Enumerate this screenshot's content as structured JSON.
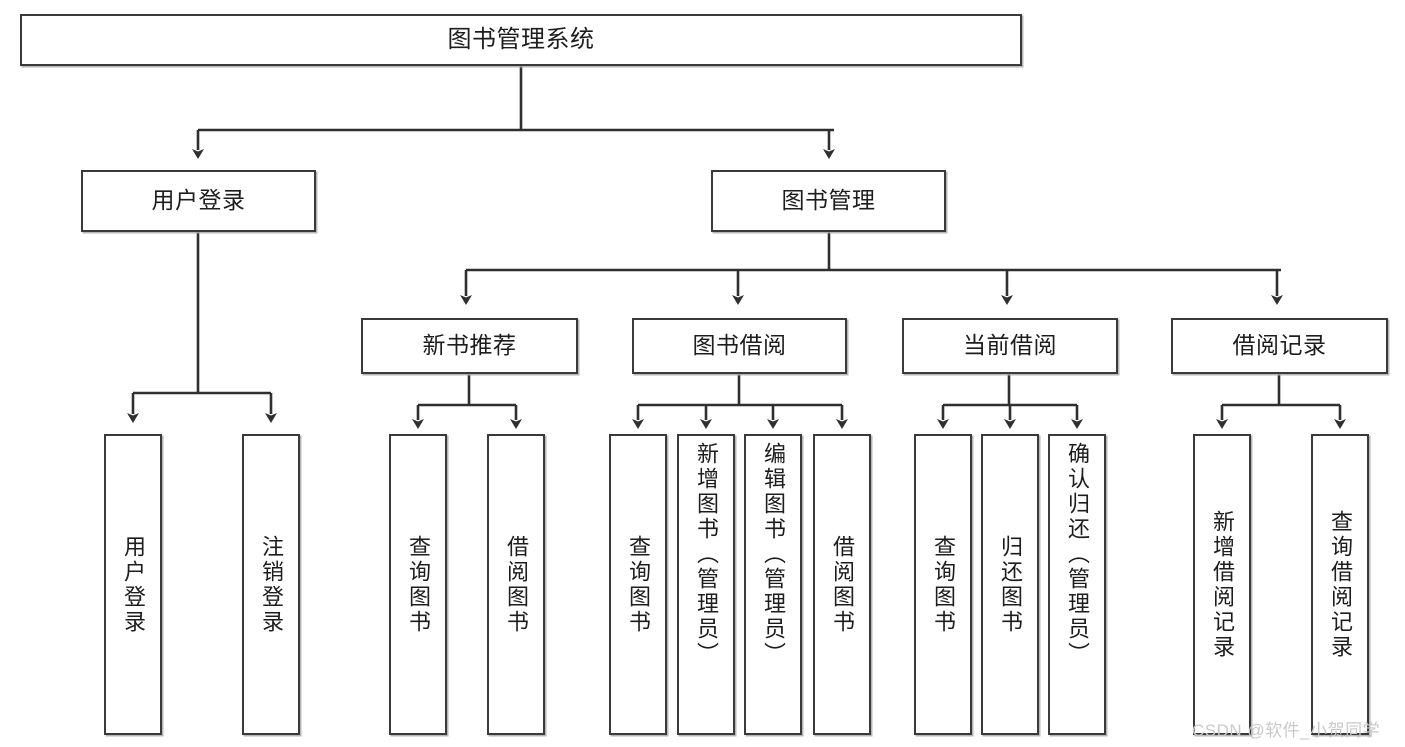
{
  "diagram": {
    "type": "tree-hierarchy",
    "title": "图书管理系统",
    "root": {
      "id": "root",
      "label": "图书管理系统",
      "orientation": "horizontal"
    },
    "level2": [
      {
        "id": "user-login",
        "label": "用户登录",
        "orientation": "horizontal"
      },
      {
        "id": "book-management",
        "label": "图书管理",
        "orientation": "horizontal"
      }
    ],
    "level3": [
      {
        "id": "new-book-recommend",
        "label": "新书推荐",
        "orientation": "horizontal",
        "parent": "book-management"
      },
      {
        "id": "book-borrow",
        "label": "图书借阅",
        "orientation": "horizontal",
        "parent": "book-management"
      },
      {
        "id": "current-borrow",
        "label": "当前借阅",
        "orientation": "horizontal",
        "parent": "book-management"
      },
      {
        "id": "borrow-record",
        "label": "借阅记录",
        "orientation": "horizontal",
        "parent": "book-management"
      }
    ],
    "leaves": [
      {
        "id": "leaf-user-login",
        "label": "用户登录",
        "parent": "user-login",
        "orientation": "vertical"
      },
      {
        "id": "leaf-logout-login",
        "label": "注销登录",
        "parent": "user-login",
        "orientation": "vertical"
      },
      {
        "id": "leaf-query-book-1",
        "label": "查询图书",
        "parent": "new-book-recommend",
        "orientation": "vertical"
      },
      {
        "id": "leaf-borrow-book-1",
        "label": "借阅图书",
        "parent": "new-book-recommend",
        "orientation": "vertical"
      },
      {
        "id": "leaf-query-book-2",
        "label": "查询图书",
        "parent": "book-borrow",
        "orientation": "vertical"
      },
      {
        "id": "leaf-add-book",
        "label": "新增图书（管理员）",
        "parent": "book-borrow",
        "orientation": "vertical"
      },
      {
        "id": "leaf-edit-book",
        "label": "编辑图书（管理员）",
        "parent": "book-borrow",
        "orientation": "vertical"
      },
      {
        "id": "leaf-borrow-book-2",
        "label": "借阅图书",
        "parent": "book-borrow",
        "orientation": "vertical"
      },
      {
        "id": "leaf-query-book-3",
        "label": "查询图书",
        "parent": "current-borrow",
        "orientation": "vertical"
      },
      {
        "id": "leaf-return-book",
        "label": "归还图书",
        "parent": "current-borrow",
        "orientation": "vertical"
      },
      {
        "id": "leaf-confirm-return",
        "label": "确认归还（管理员）",
        "parent": "current-borrow",
        "orientation": "vertical"
      },
      {
        "id": "leaf-add-record",
        "label": "新增借阅记录",
        "parent": "borrow-record",
        "orientation": "vertical"
      },
      {
        "id": "leaf-query-record",
        "label": "查询借阅记录",
        "parent": "borrow-record",
        "orientation": "vertical"
      }
    ],
    "watermark": "CSDN @软件_小贺同学",
    "colors": {
      "stroke": "#3a3a3a",
      "box_fill": "#ffffff",
      "text": "#1d1d1d",
      "watermark": "#c9c9c9",
      "background": "#ffffff"
    }
  }
}
